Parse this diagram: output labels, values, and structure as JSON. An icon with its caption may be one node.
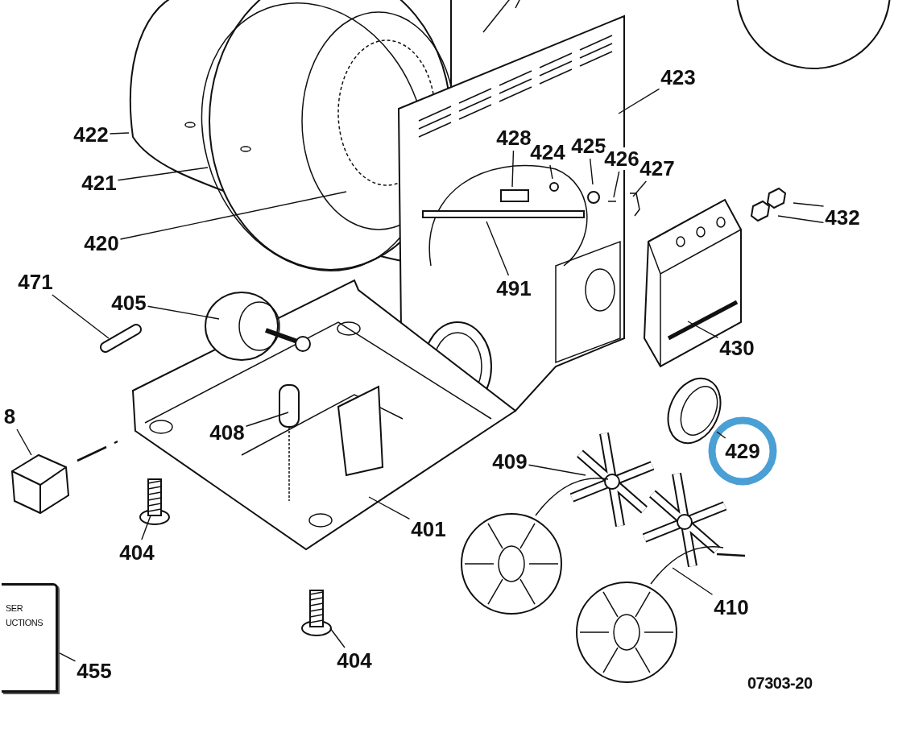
{
  "diagram": {
    "nodes": [
      {
        "text": [
          "422"
        ]
      },
      {
        "text": [
          "421"
        ]
      },
      {
        "text": [
          "420"
        ]
      },
      {
        "text": [
          "471"
        ]
      },
      {
        "text": [
          "405"
        ]
      },
      {
        "text": [
          "423"
        ]
      },
      {
        "text": [
          "428"
        ]
      },
      {
        "text": [
          "424"
        ]
      },
      {
        "text": [
          "425"
        ]
      },
      {
        "text": [
          "426"
        ]
      },
      {
        "text": [
          "427"
        ]
      },
      {
        "text": [
          "432"
        ]
      },
      {
        "text": [
          "491"
        ]
      },
      {
        "text": [
          "430"
        ]
      },
      {
        "text": [
          "408"
        ]
      },
      {
        "text": [
          "8"
        ]
      },
      {
        "text": [
          "404"
        ]
      },
      {
        "text": [
          "401"
        ]
      },
      {
        "text": [
          "404"
        ]
      },
      {
        "text": [
          "455"
        ]
      },
      {
        "text": [
          "409"
        ]
      },
      {
        "text": [
          "429"
        ]
      },
      {
        "text": [
          "410"
        ]
      },
      {
        "text": [
          "SER UCTIONS"
        ]
      }
    ],
    "edges": [
      {
        "from": 0,
        "to": null,
        "arrow": "none"
      },
      {
        "from": 1,
        "to": null,
        "arrow": "none"
      },
      {
        "from": 2,
        "to": null,
        "arrow": "none"
      },
      {
        "from": 3,
        "to": null,
        "arrow": "none"
      },
      {
        "from": 4,
        "to": null,
        "arrow": "none"
      },
      {
        "from": 5,
        "to": null,
        "arrow": "none"
      },
      {
        "from": 6,
        "to": null,
        "arrow": "none"
      },
      {
        "from": 7,
        "to": null,
        "arrow": "none"
      },
      {
        "from": 8,
        "to": null,
        "arrow": "none"
      },
      {
        "from": 9,
        "to": null,
        "arrow": "none"
      },
      {
        "from": 10,
        "to": null,
        "arrow": "none"
      },
      {
        "from": 11,
        "to": null,
        "arrow": "none"
      },
      {
        "from": 11,
        "to": null,
        "arrow": "none"
      },
      {
        "from": 12,
        "to": null,
        "arrow": "none"
      },
      {
        "from": 13,
        "to": null,
        "arrow": "none"
      },
      {
        "from": 14,
        "to": null,
        "arrow": "none"
      },
      {
        "from": 15,
        "to": null,
        "arrow": "none"
      },
      {
        "from": 16,
        "to": null,
        "arrow": "none"
      },
      {
        "from": 17,
        "to": null,
        "arrow": "none"
      },
      {
        "from": 18,
        "to": null,
        "arrow": "none"
      },
      {
        "from": 19,
        "to": 23,
        "arrow": "none"
      },
      {
        "from": 20,
        "to": null,
        "arrow": "none"
      },
      {
        "from": 21,
        "to": null,
        "arrow": "none"
      },
      {
        "from": 22,
        "to": null,
        "arrow": "none"
      }
    ],
    "labels": [
      "07303-20"
    ]
  }
}
